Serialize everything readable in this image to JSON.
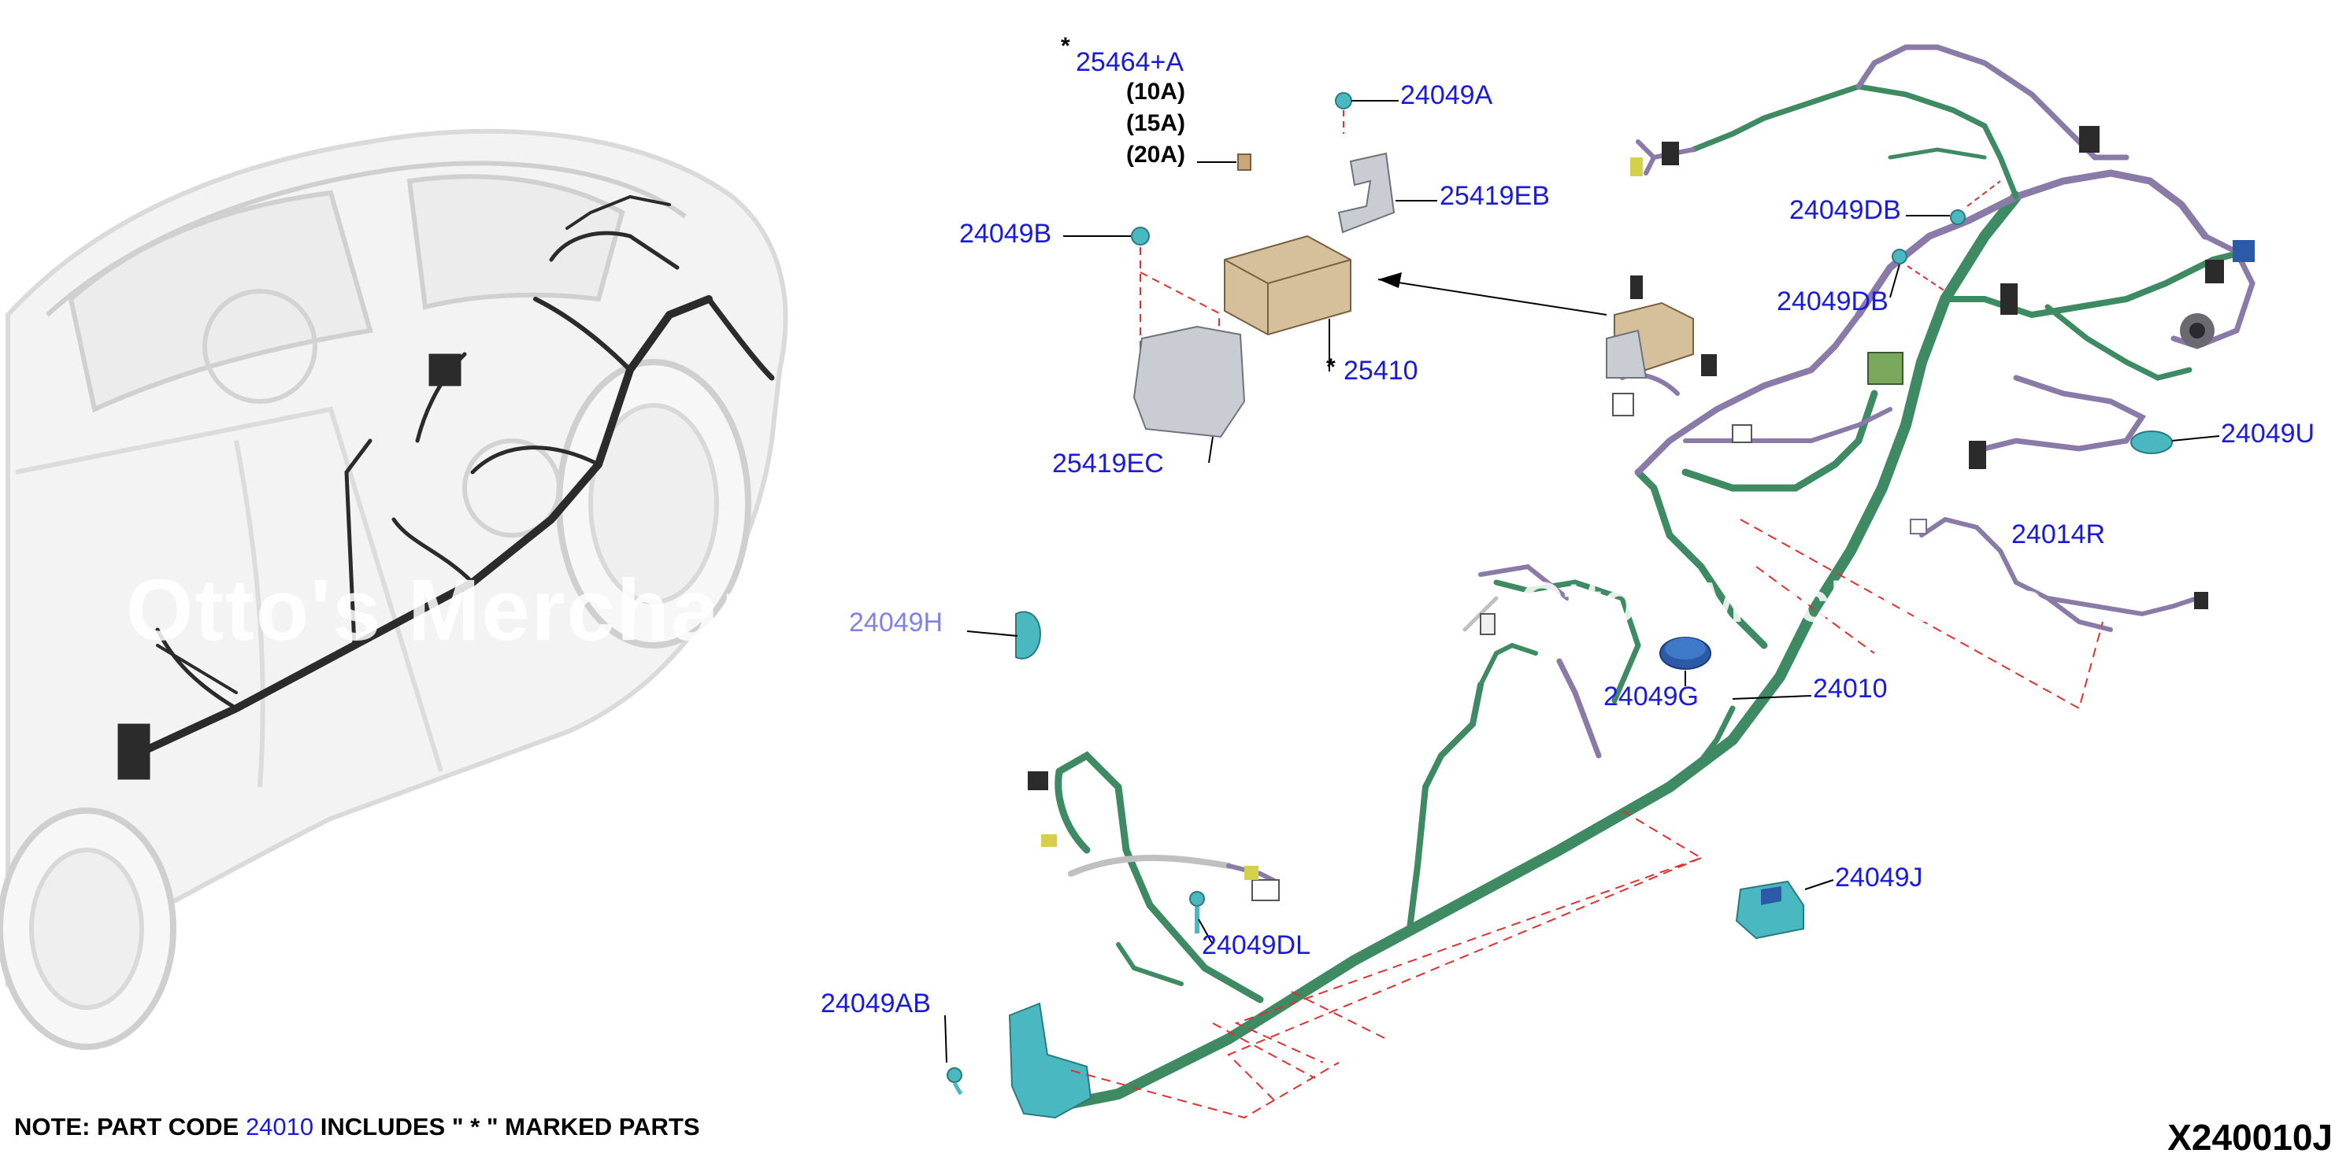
{
  "watermark": "Otto's Merchandise",
  "labels": {
    "l25464a": "25464+A",
    "amp10": "(10A)",
    "amp15": "(15A)",
    "amp20": "(20A)",
    "l24049a": "24049A",
    "l25419eb": "25419EB",
    "l24049b": "24049B",
    "l25410": "25410",
    "l25419ec": "25419EC",
    "l24049db_1": "24049DB",
    "l24049db_2": "24049DB",
    "l24049u": "24049U",
    "l24014r": "24014R",
    "l24049h": "24049H",
    "l24049g": "24049G",
    "l24010": "24010",
    "l24049j": "24049J",
    "l24049dl": "24049DL",
    "l24049ab": "24049AB"
  },
  "marker": "*",
  "note": {
    "prefix": "NOTE: PART CODE ",
    "code": "24010",
    "suffix": "  INCLUDES \" * \" MARKED PARTS"
  },
  "diagram_code": "X240010J",
  "colors": {
    "label_blue": "#1a1adb",
    "harness_green": "#3e8a62",
    "harness_purple": "#8a7aa8",
    "callout_red": "#e03030",
    "part_teal": "#49b8c0"
  }
}
